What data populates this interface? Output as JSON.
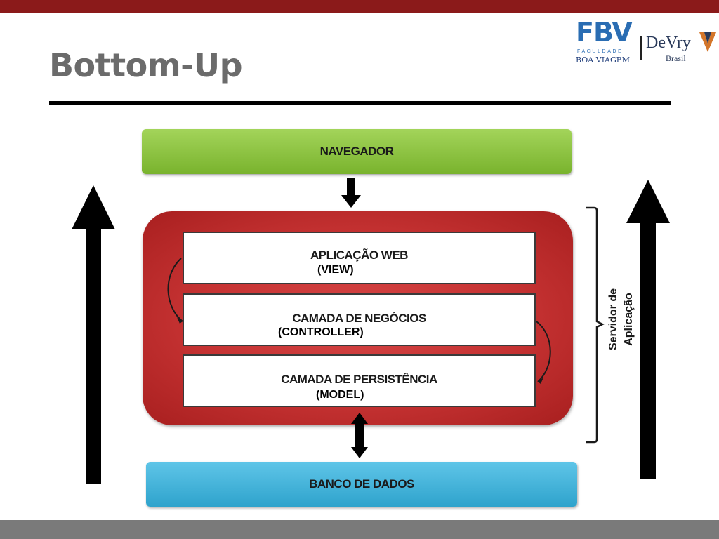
{
  "slide": {
    "title": "Bottom-Up"
  },
  "logo": {
    "fbv": "FBV",
    "faculdade": "FACULDADE",
    "boa_viagem": "BOA VIAGEM",
    "devry": "DeVry",
    "brasil": "Brasil"
  },
  "diagram": {
    "top_box": "NAVEGADOR",
    "bottom_box": "BANCO DE DADOS",
    "layers": [
      {
        "title": "APLICAÇÃO WEB",
        "sub": "(VIEW)"
      },
      {
        "title": "CAMADA DE NEGÓCIOS",
        "sub": "(CONTROLLER)"
      },
      {
        "title": "CAMADA DE PERSISTÊNCIA",
        "sub": "(MODEL)"
      }
    ],
    "bracket_label_line1": "Servidor de",
    "bracket_label_line2": "Aplicação"
  },
  "colors": {
    "top_bar": "#8b1a1a",
    "navegador": "#8cc63f",
    "server": "#c53232",
    "banco": "#3ab0d6",
    "bottom_bar": "#7a7a7a"
  }
}
